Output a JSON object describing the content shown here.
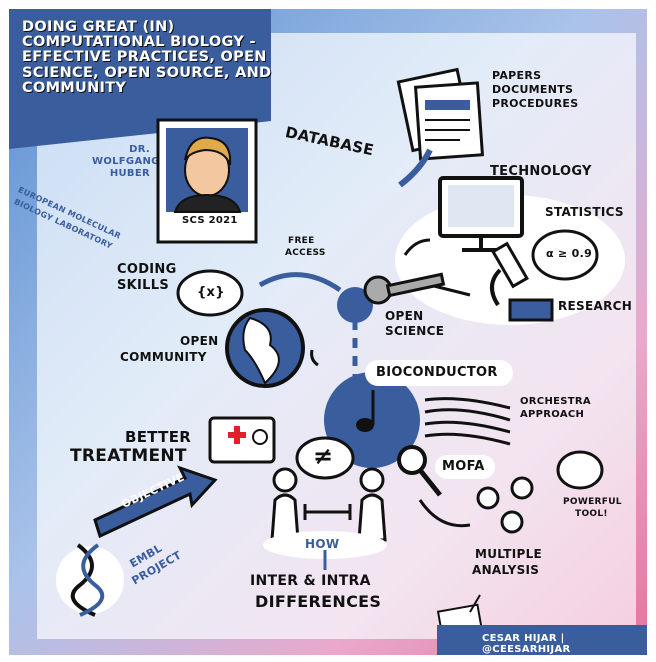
{
  "title": "DOING GREAT (IN) COMPUTATIONAL BIOLOGY - EFFECTIVE PRACTICES, OPEN SCIENCE, OPEN SOURCE, AND COMMUNITY",
  "speaker": {
    "name_line1": "DR.",
    "name_line2": "WOLFGANG",
    "name_line3": "HUBER",
    "affiliation_line1": "EUROPEAN MOLECULAR",
    "affiliation_line2": "BIOLOGY LABORATORY",
    "caption": "SCS 2021"
  },
  "labels": {
    "database": "DATABASE",
    "papers": "PAPERS",
    "documents": "DOCUMENTS",
    "procedures": "PROCEDURES",
    "technology": "TECHNOLOGY",
    "statistics": "STATISTICS",
    "formula": "α ≥ 0.9",
    "research": "RESEARCH",
    "free_access_1": "FREE",
    "free_access_2": "ACCESS",
    "coding_skills_1": "CODING",
    "coding_skills_2": "SKILLS",
    "code_symbol": "{x}",
    "open_science_1": "OPEN",
    "open_science_2": "SCIENCE",
    "open_community_1": "OPEN",
    "open_community_2": "COMMUNITY",
    "bioconductor": "BIOCONDUCTOR",
    "orchestra_1": "ORCHESTRA",
    "orchestra_2": "APPROACH",
    "better_treatment_1": "BETTER",
    "better_treatment_2": "TREATMENT",
    "not_equal": "≠",
    "mofa": "MOFA",
    "powerful_1": "POWERFUL",
    "powerful_2": "TOOL!",
    "objective": "OBJECTIVE",
    "embl_1": "EMBL",
    "embl_2": "PROJECT",
    "how": "HOW",
    "inter_intra_1": "INTER & INTRA",
    "inter_intra_2": "DIFFERENCES",
    "multiple_1": "MULTIPLE",
    "multiple_2": "ANALYSIS"
  },
  "credit": "CESAR HIJAR | @CEESARHIJAR",
  "colors": {
    "navy": "#3a5d9e",
    "dark": "#111111",
    "red": "#e0202a",
    "bg_blue": "#5a8fd0",
    "bg_pink": "#e6739f"
  }
}
